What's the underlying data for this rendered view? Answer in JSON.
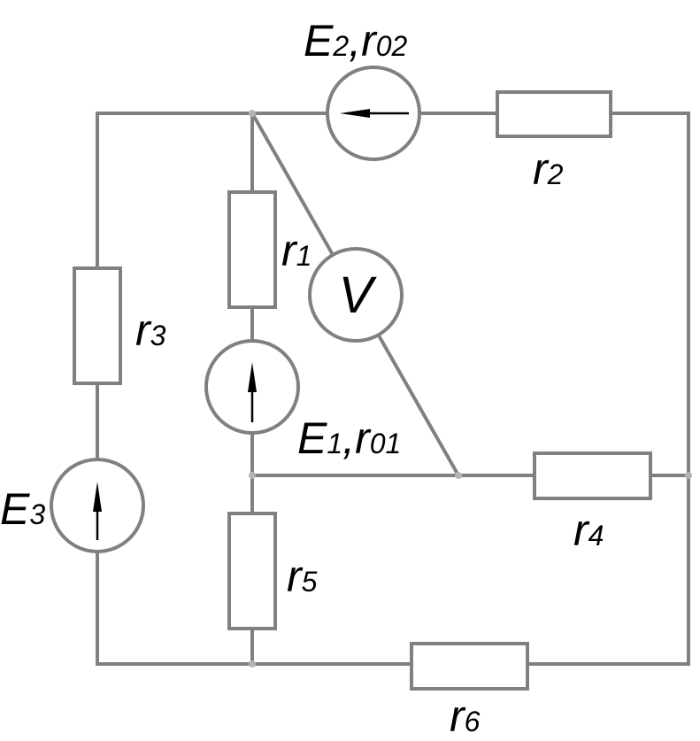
{
  "colors": {
    "wire": "#808080",
    "node": "#b4b4b4",
    "text": "#000000",
    "arrow": "#000000",
    "background": "#ffffff"
  },
  "labels": {
    "E2": [
      "E",
      "2",
      ",",
      "r",
      "02"
    ],
    "r2": [
      "r",
      "2"
    ],
    "r3": [
      "r",
      "3"
    ],
    "E3": [
      "E",
      "3"
    ],
    "r1": [
      "r",
      "1"
    ],
    "V": "V",
    "E1": [
      "E",
      "1",
      ",",
      "r",
      "01"
    ],
    "r4": [
      "r",
      "4"
    ],
    "r5": [
      "r",
      "5"
    ],
    "r6": [
      "r",
      "6"
    ]
  }
}
